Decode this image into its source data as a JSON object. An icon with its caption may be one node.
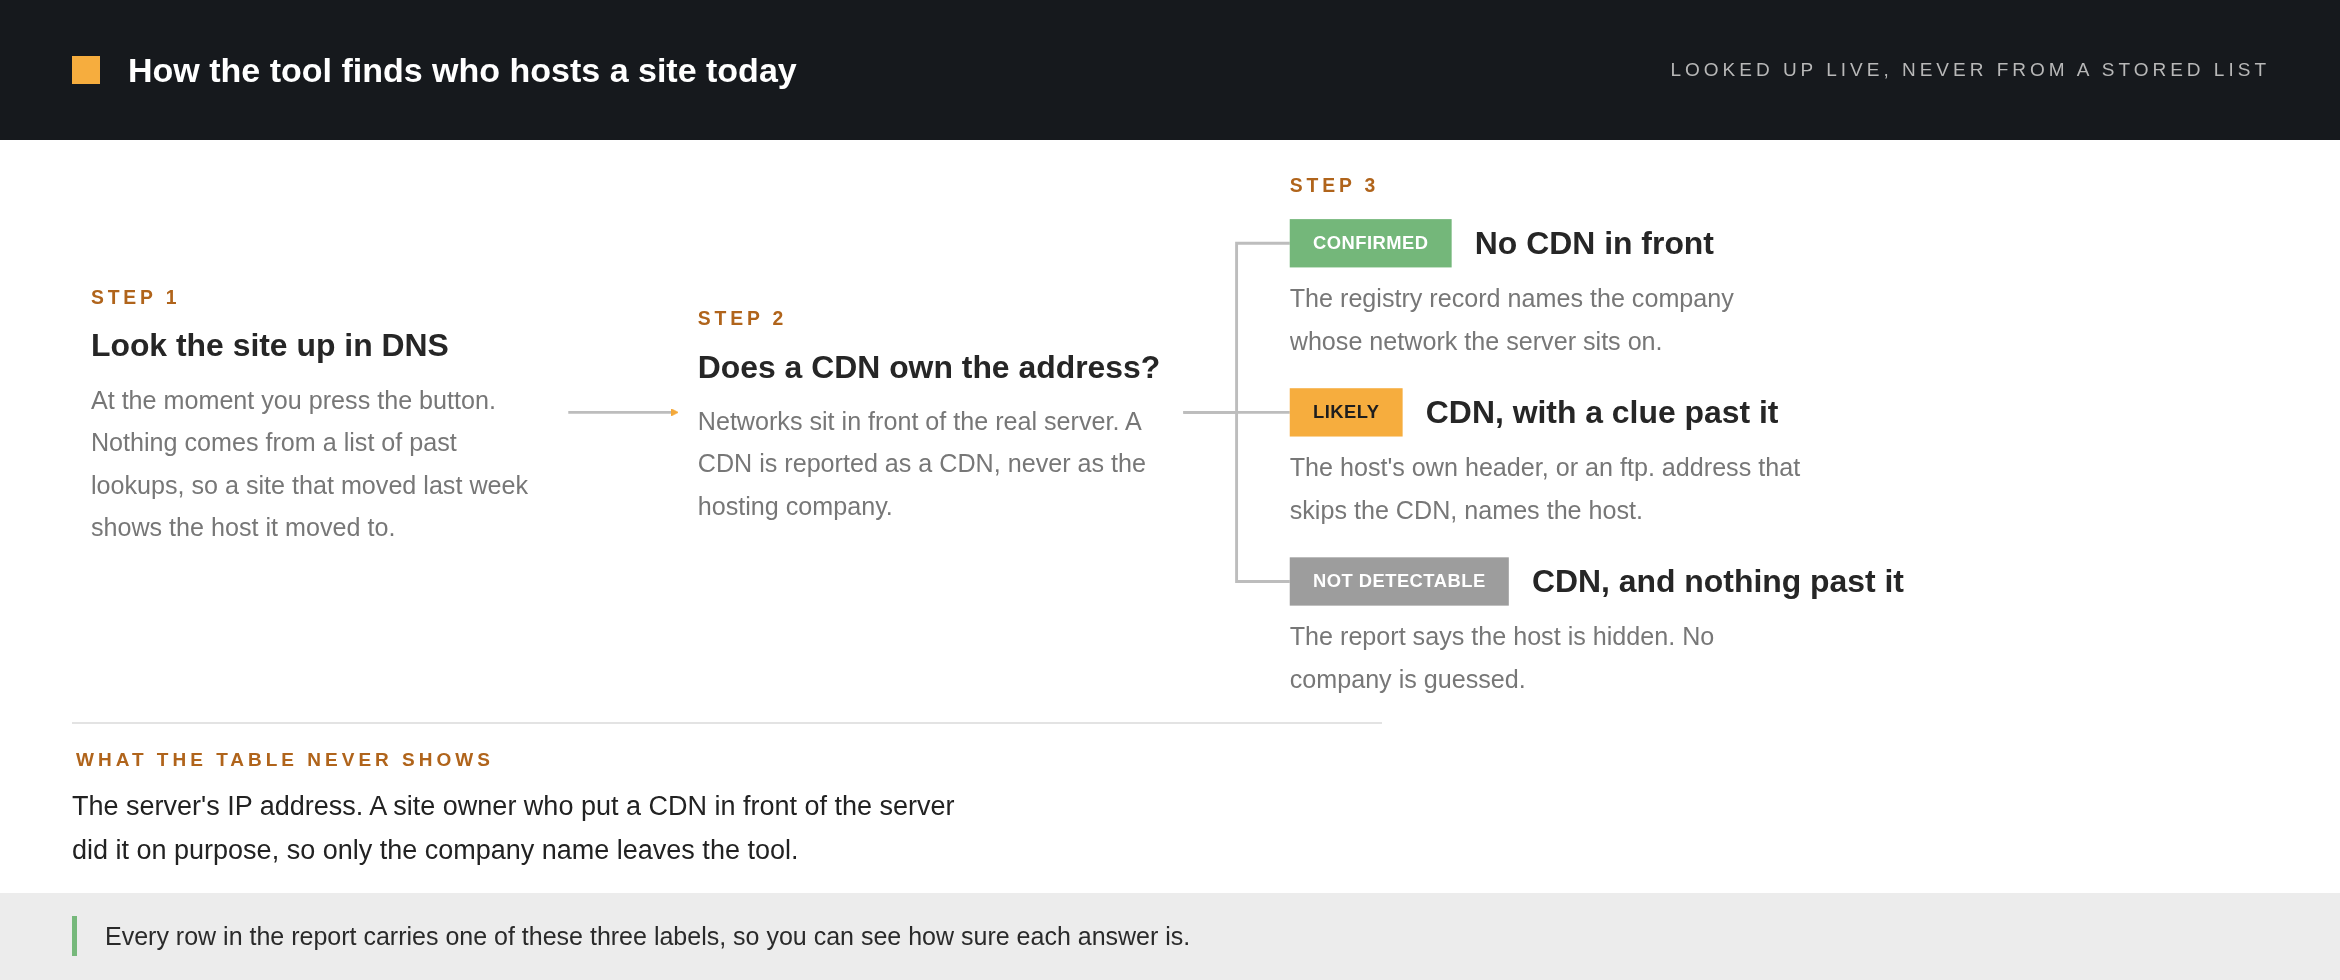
{
  "diagram": {
    "title": "How the tool finds who hosts a site today",
    "nodes": [
      {
        "text": [
          "STEP 1",
          "Look the site up in DNS",
          "At the moment you press the button. Nothing comes from a list of past lookups, so a site that moved last week shows the host it moved to."
        ]
      },
      {
        "text": [
          "STEP 2",
          "Does a CDN own the address?",
          "Networks sit in front of the real server. A CDN is reported as a CDN, never as the hosting company."
        ]
      },
      {
        "text": [
          "CONFIRMED"
        ],
        "beside": [
          "No CDN in front",
          "The registry record names the company whose network the server sits on."
        ]
      },
      {
        "text": [
          "LIKELY"
        ],
        "beside": [
          "CDN, with a clue past it",
          "The host's own header, or an ftp. address that skips the CDN, names the host."
        ]
      },
      {
        "text": [
          "NOT DETECTABLE"
        ],
        "beside": [
          "CDN, and nothing past it",
          "The report says the host is hidden. No company is guessed."
        ]
      }
    ],
    "edges": [
      {
        "from": 0,
        "to": 1,
        "arrow": "to"
      },
      {
        "from": 1,
        "to": 2,
        "arrow": "none"
      },
      {
        "from": 1,
        "to": 3,
        "arrow": "none"
      },
      {
        "from": 1,
        "to": 4,
        "arrow": "none"
      }
    ],
    "labels": [
      "LOOKED UP LIVE, NEVER FROM A STORED LIST",
      "STEP 3",
      "WHAT THE TABLE NEVER SHOWS",
      "The server's IP address. A site owner who put a CDN in front of the server did it on purpose, so only the company name leaves the tool.",
      "Every row in the report carries one of these three labels, so you can see how sure each answer is."
    ]
  }
}
